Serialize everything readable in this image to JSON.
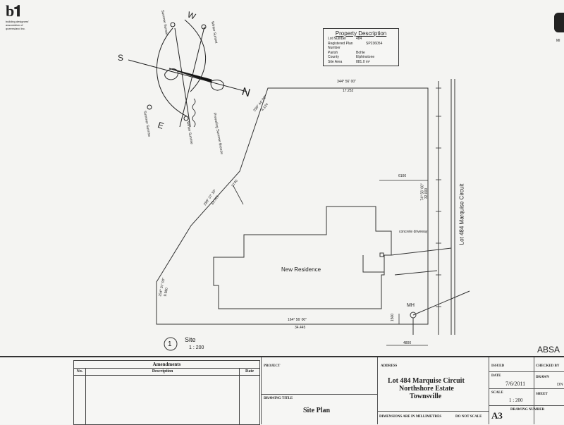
{
  "logo": {
    "mark": "b𝟏",
    "caption": "building designers' association of queensland inc."
  },
  "north_arrow": {
    "labels": {
      "s": "S",
      "w": "W",
      "n": "N",
      "e": "E"
    },
    "annotations": {
      "summer_sunset": "Summer Sunset",
      "winter_sunset": "Winter Sunset",
      "summer_sunrise": "Summer Sunrise",
      "winter_sunrise": "Winter Sunrise",
      "prevailing_breeze": "Prevailing Summer Breeze"
    }
  },
  "property_description": {
    "title": "Property Description",
    "rows": [
      {
        "label": "Lot Number",
        "value": "484"
      },
      {
        "label": "Registered Plan Number",
        "value": "SP236054"
      },
      {
        "label": "Parish",
        "value": "Bohle"
      },
      {
        "label": "County",
        "value": "Elphinstone"
      },
      {
        "label": "Site Area",
        "value": "881.0 m²"
      }
    ]
  },
  "plan": {
    "bearings": {
      "top": "344° 56' 00\"",
      "top_len": "17.252",
      "ne": "299° 44' 00\"",
      "ne_len": "4.124",
      "nw": "288° 37' 30\"",
      "nw_len": "33.721",
      "west": "254° 37' 00\"",
      "west_len": "9.980",
      "bottom": "164° 56' 00\"",
      "bottom_len": "34.445",
      "east": "74° 56' 00\"",
      "east_len": "32.000"
    },
    "setbacks": {
      "side": "6100",
      "left": "2740",
      "bottom": "1500",
      "front": "4800"
    },
    "labels": {
      "residence": "New Residence",
      "driveway": "concrete driveway",
      "street": "Lot 484 Marquise Circuit",
      "manhole": "MH"
    },
    "view": {
      "number": "1",
      "name": "Site",
      "scale": "1 : 200"
    },
    "corner_text": "ABSA",
    "corner_right_text": "MI"
  },
  "title_block": {
    "amendments": {
      "title": "Amendments",
      "cols": [
        "No.",
        "Description",
        "Date"
      ]
    },
    "project_label": "PROJECT",
    "drawing_title_label": "DRAWING TITLE",
    "drawing_title": "Site Plan",
    "address_label": "ADDRESS",
    "address_lines": [
      "Lot 484 Marquise Circuit",
      "Northshore Estate",
      "Townsville"
    ],
    "dimensions_note": "DIMENSIONS ARE IN MILLIMETRES",
    "do_not_scale": "DO NOT SCALE",
    "issued_label": "ISSUED",
    "date_label": "DATE",
    "date_value": "7/6/2011",
    "scale_label": "SCALE",
    "scale_value": "1 : 200",
    "sheet_size": "A3",
    "drawing_number_label": "DRAWING NUMBER",
    "checked_label": "CHECKED BY",
    "drawn_label": "DRAWN",
    "drawn_value": "DN",
    "sheet_label": "SHEET"
  }
}
